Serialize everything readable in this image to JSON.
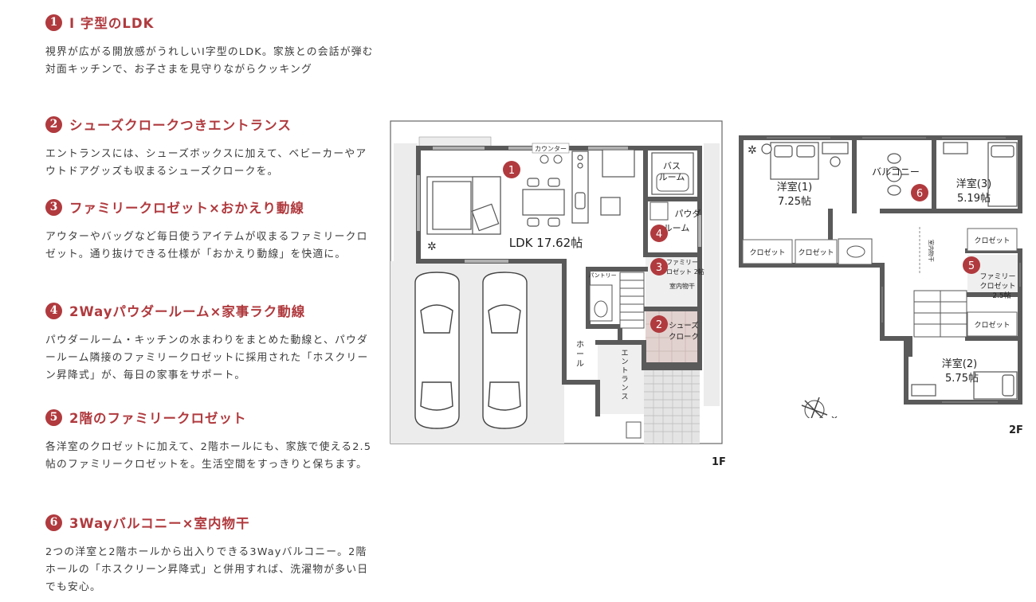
{
  "features": [
    {
      "num": "1",
      "heading": "I 字型のLDK",
      "body": "視界が広がる開放感がうれしいI字型のLDK。家族との会話が弾む対面キッチンで、お子さまを見守りながらクッキング"
    },
    {
      "num": "2",
      "heading": "シューズクロークつきエントランス",
      "body": "エントランスには、シューズボックスに加えて、ベビーカーやアウトドアグッズも収まるシューズクロークを。"
    },
    {
      "num": "3",
      "heading": "ファミリークロゼット×おかえり動線",
      "body": "アウターやバッグなど毎日使うアイテムが収まるファミリークロゼット。通り抜けできる仕様が「おかえり動線」を快適に。"
    },
    {
      "num": "4",
      "heading": "2Wayパウダールーム×家事ラク動線",
      "body": "パウダールーム・キッチンの水まわりをまとめた動線と、パウダールーム隣接のファミリークロゼットに採用された「ホスクリーン昇降式」が、毎日の家事をサポート。"
    },
    {
      "num": "5",
      "heading": "2階のファミリークロゼット",
      "body": "各洋室のクロゼットに加えて、2階ホールにも、家族で使える2.5帖のファミリークロゼットを。生活空間をすっきりと保ちます。"
    },
    {
      "num": "6",
      "heading": "3Wayバルコニー×室内物干",
      "body": "2つの洋室と2階ホールから出入りできる3Wayバルコニー。2階ホールの「ホスクリーン昇降式」と併用すれば、洗濯物が多い日でも安心。"
    }
  ],
  "floor1": {
    "label": "1F",
    "ldk": "LDK 17.62帖",
    "counter": "カウンター",
    "bath": [
      "バス",
      "ルーム"
    ],
    "powder": [
      "パウダ",
      "ルーム"
    ],
    "family_closet": [
      "ファミリー",
      "クロゼット 2帖"
    ],
    "drying_1f": "室内物干",
    "pantry": "パントリー",
    "shoe_cloak": [
      "シューズ",
      "クローク"
    ],
    "hall": [
      "ホ",
      "ー",
      "ル"
    ],
    "entrance": [
      "エ",
      "ン",
      "ト",
      "ラ",
      "ン",
      "ス"
    ],
    "badges": [
      "1",
      "4",
      "3",
      "2"
    ]
  },
  "floor2": {
    "label": "2F",
    "room1": [
      "洋室(1)",
      "7.25帖"
    ],
    "room3": [
      "洋室(3)",
      "5.19帖"
    ],
    "room2": [
      "洋室(2)",
      "5.75帖"
    ],
    "balcony": "バルコニー",
    "closet": "クロゼット",
    "family_closet": [
      "ファミリー",
      "クロゼット",
      "2.5帖"
    ],
    "drying_2f": "室内物干",
    "badges": [
      "6",
      "5"
    ]
  },
  "colors": {
    "accent": "#b03a3e",
    "wall": "#5a5a5a",
    "floor_light": "#efefef",
    "tile": "#d6d6d6"
  }
}
